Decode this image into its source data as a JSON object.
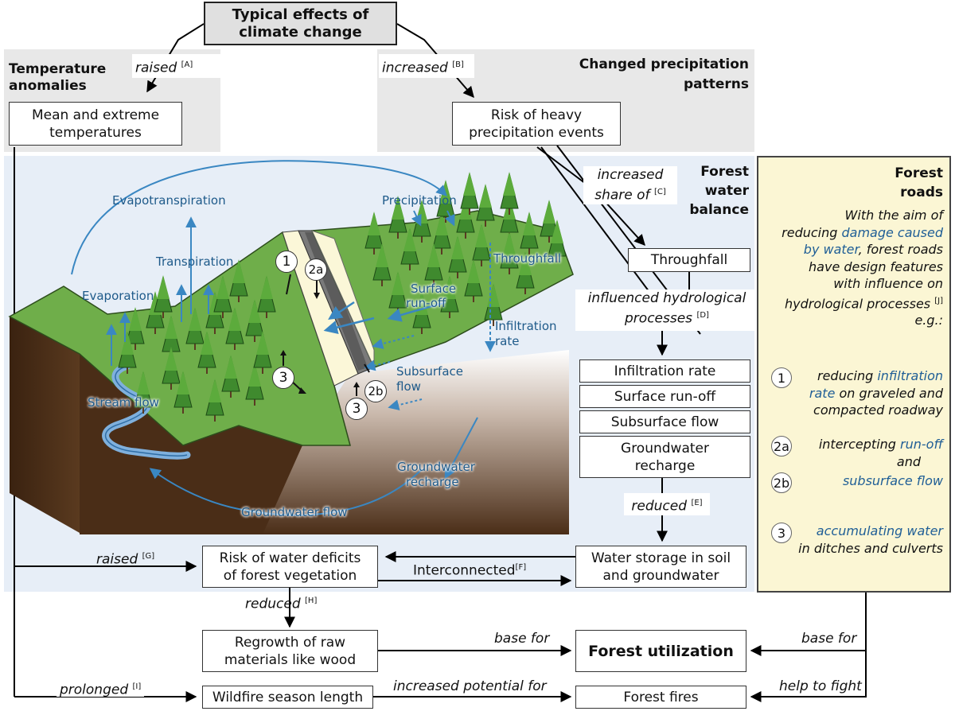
{
  "title": "Typical effects of climate change",
  "temperature": {
    "heading": [
      "Temperature",
      "anomalies"
    ],
    "label": "raised",
    "ref": "[A]",
    "box": [
      "Mean and extreme",
      "temperatures"
    ]
  },
  "precipitation": {
    "heading": [
      "Changed precipitation",
      "patterns"
    ],
    "label": "increased",
    "ref": "[B]",
    "box": [
      "Risk of heavy",
      "precipitation events"
    ]
  },
  "water_balance": {
    "heading": [
      "Forest",
      "water",
      "balance"
    ],
    "share_label": [
      "increased",
      "share of"
    ],
    "share_ref": "[C]",
    "throughfall_box": "Throughfall",
    "influenced_label": [
      "influenced hydrological",
      "processes"
    ],
    "influenced_ref": "[D]",
    "process_boxes": [
      "Infiltration rate",
      "Surface run-off",
      "Subsurface flow"
    ],
    "recharge_box": [
      "Groundwater",
      "recharge"
    ],
    "reduced_label": "reduced",
    "reduced_ref": "[E]",
    "storage_box": [
      "Water storage in soil",
      "and groundwater"
    ]
  },
  "illustration": {
    "labels": {
      "evapotranspiration": "Evapotranspiration",
      "transpiration": "Transpiration",
      "evaporation": "Evaporation",
      "precipitation": "Precipitation",
      "throughfall": "Throughfall",
      "surface_runoff": [
        "Surface",
        "run-off"
      ],
      "infiltration": [
        "Infiltration",
        "rate"
      ],
      "subsurface": [
        "Subsurface",
        "flow"
      ],
      "stream_flow": "Stream flow",
      "groundwater_recharge": [
        "Groundwater",
        "recharge"
      ],
      "groundwater_flow": "Groundwater flow"
    },
    "markers": [
      "1",
      "2a",
      "3",
      "2b",
      "3"
    ]
  },
  "deficit": {
    "label": "raised",
    "ref": "[G]",
    "box": [
      "Risk of water deficits",
      "of forest vegetation"
    ],
    "interconnected": "Interconnected",
    "interconnected_ref": "[F]"
  },
  "regrowth": {
    "label": "reduced",
    "ref": "[H]",
    "box": [
      "Regrowth of raw",
      "materials like wood"
    ],
    "base_for": "base for"
  },
  "utilization": {
    "box": "Forest utilization",
    "base_for": "base for"
  },
  "wildfire": {
    "label": "prolonged",
    "ref": "[I]",
    "box": "Wildfire season length",
    "potential": "increased potential for"
  },
  "fires": {
    "box": "Forest fires",
    "help": "help to fight"
  },
  "forest_roads": {
    "heading": [
      "Forest",
      "roads"
    ],
    "intro": [
      "With the aim of",
      "reducing ",
      "damage caused",
      "by water",
      ", forest roads",
      "have design features",
      "with influence on",
      "hydrological processes",
      "[J]",
      "e.g.:"
    ],
    "items": [
      {
        "marker": "1",
        "lines": [
          "reducing ",
          "infiltration",
          "rate",
          " on graveled and",
          "compacted roadway"
        ]
      },
      {
        "marker": "2a",
        "lines": [
          "intercepting ",
          "run-off",
          "and"
        ]
      },
      {
        "marker": "2b",
        "lines": [
          "subsurface flow"
        ]
      },
      {
        "marker": "3",
        "lines": [
          "accumulating water",
          "in ditches and culverts"
        ]
      }
    ]
  }
}
